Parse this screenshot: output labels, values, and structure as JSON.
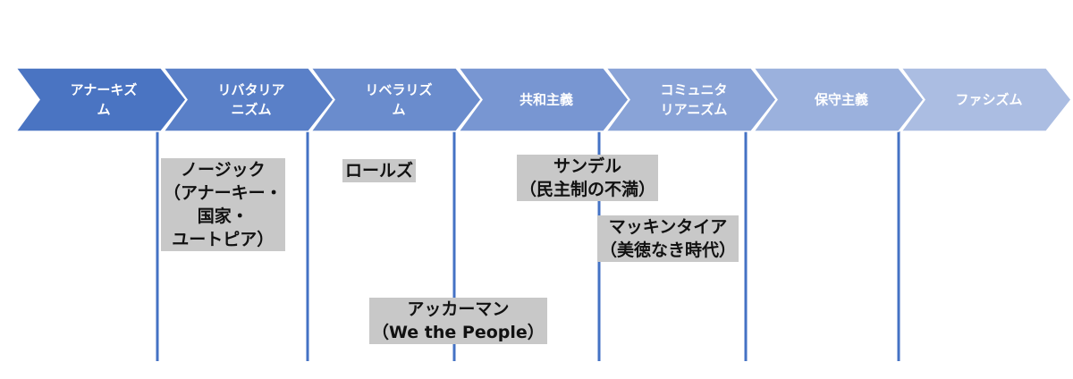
{
  "colors": {
    "chevrons": [
      "#4a74c2",
      "#5a80c8",
      "#6a8ccd",
      "#7896d2",
      "#89a3d7",
      "#9bb1dd",
      "#abbde2"
    ],
    "axis": "#4472c4",
    "label_bg": "#c8c8c8"
  },
  "stages": [
    {
      "lines": [
        "アナーキズ",
        "ム"
      ]
    },
    {
      "lines": [
        "リバタリア",
        "ニズム"
      ]
    },
    {
      "lines": [
        "リベラリズ",
        "ム"
      ]
    },
    {
      "lines": [
        "共和主義"
      ]
    },
    {
      "lines": [
        "コミュニタ",
        "リアニズム"
      ]
    },
    {
      "lines": [
        "保守主義"
      ]
    },
    {
      "lines": [
        "ファシズム"
      ]
    }
  ],
  "thinkers": [
    {
      "id": "nozick",
      "lines": [
        "ノージック",
        "（アナーキー・",
        "国家・",
        "ユートピア）"
      ]
    },
    {
      "id": "rawls",
      "lines": [
        "ロールズ"
      ]
    },
    {
      "id": "sandel",
      "lines": [
        "サンデル",
        "（民主制の不満）"
      ]
    },
    {
      "id": "macintyre",
      "lines": [
        "マッキンタイア",
        "（美徳なき時代）"
      ]
    },
    {
      "id": "ackerman",
      "lines": [
        "アッカーマン",
        "（We the People）"
      ]
    }
  ]
}
